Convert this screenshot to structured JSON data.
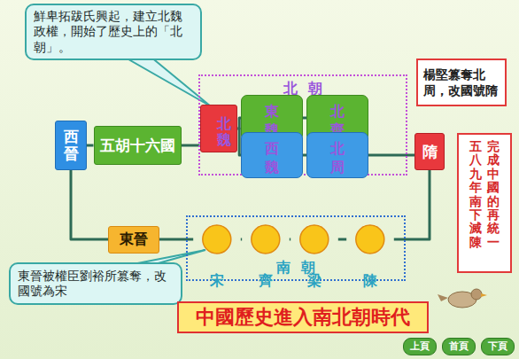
{
  "diagram": {
    "title": "中國歷史進入南北朝時代",
    "nodes": [
      {
        "text": [
          "鮮卑拓跋氏興起，建立北魏政權，開始了歷史上的「北朝」。"
        ]
      },
      {
        "text": [
          "楊堅篡奪北周，改國號隋"
        ]
      },
      {
        "text": [
          "北朝"
        ]
      },
      {
        "text": [
          "西晉"
        ]
      },
      {
        "text": [
          "五胡十六國"
        ]
      },
      {
        "text": [
          "北魏"
        ],
        "in": 2
      },
      {
        "text": [
          "東魏"
        ],
        "in": 2
      },
      {
        "text": [
          "北齊"
        ],
        "in": 2
      },
      {
        "text": [
          "西魏"
        ],
        "in": 2
      },
      {
        "text": [
          "北周"
        ],
        "in": 2
      },
      {
        "text": [
          "隋"
        ]
      },
      {
        "text": [
          "完成中國的再統一",
          "五八九年，南下滅陳"
        ]
      },
      {
        "text": [
          "東晉"
        ]
      },
      {
        "text": [
          "南朝"
        ]
      },
      {
        "text": [
          "宋"
        ],
        "in": 13
      },
      {
        "text": [
          "齊"
        ],
        "in": 13
      },
      {
        "text": [
          "梁"
        ],
        "in": 13
      },
      {
        "text": [
          "陳"
        ],
        "in": 13
      },
      {
        "text": [
          "東晉被權臣劉裕所篡奪，改國號為宋"
        ]
      }
    ],
    "edges": [
      {
        "from": 3,
        "to": 4,
        "arrow": "none"
      },
      {
        "from": 4,
        "to": 5,
        "arrow": "none"
      },
      {
        "from": 5,
        "to": 6,
        "arrow": "none"
      },
      {
        "from": 5,
        "to": 8,
        "arrow": "none"
      },
      {
        "from": 6,
        "to": 7,
        "arrow": "none"
      },
      {
        "from": 8,
        "to": 9,
        "arrow": "none"
      },
      {
        "from": 9,
        "to": 10,
        "arrow": "none"
      },
      {
        "from": 3,
        "to": 12,
        "arrow": "none"
      },
      {
        "from": 12,
        "to": 14,
        "arrow": "none"
      },
      {
        "from": 14,
        "to": 15,
        "arrow": "none"
      },
      {
        "from": 15,
        "to": 16,
        "arrow": "none"
      },
      {
        "from": 16,
        "to": 17,
        "arrow": "none"
      },
      {
        "from": 17,
        "to": 10,
        "arrow": "none"
      }
    ],
    "labels": [
      "上頁",
      "首頁",
      "下頁"
    ]
  }
}
